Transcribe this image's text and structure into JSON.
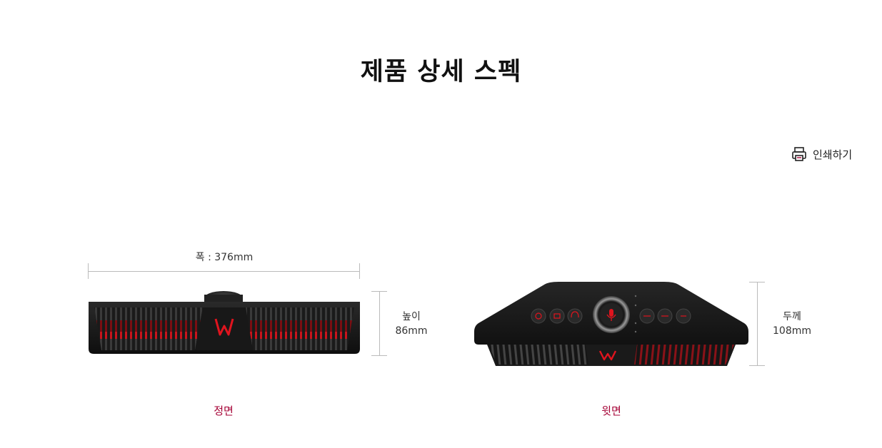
{
  "page": {
    "title": "제품 상세 스펙",
    "print_label": "인쇄하기"
  },
  "front_view": {
    "width_label": "폭 : 376mm",
    "height_label_line1": "높이",
    "height_label_line2": "86mm",
    "caption": "정면"
  },
  "top_view": {
    "depth_label_line1": "두께",
    "depth_label_line2": "108mm",
    "caption": "윗면"
  },
  "colors": {
    "accent": "#a50034",
    "device_body": "#1c1c1c",
    "led_red": "#e0141e"
  },
  "icons": [
    "printer-icon",
    "power-icon",
    "mode-icon",
    "headset-icon",
    "mic-icon"
  ]
}
